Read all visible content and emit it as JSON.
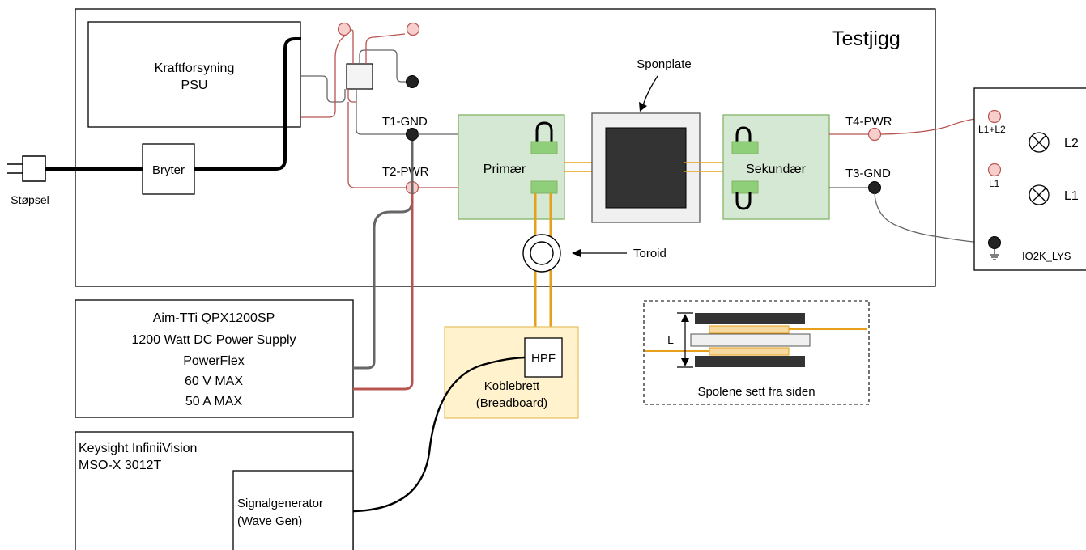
{
  "labels": {
    "testjigg": "Testjigg",
    "psu_line1": "Kraftforsyning",
    "psu_line2": "PSU",
    "bryter": "Bryter",
    "stopsel": "Støpsel",
    "t1_gnd": "T1-GND",
    "t2_pwr": "T2-PWR",
    "primaer": "Primær",
    "sponplate": "Sponplate",
    "sekundaer": "Sekundær",
    "t4_pwr": "T4-PWR",
    "t3_gnd": "T3-GND",
    "toroid": "Toroid",
    "hpf": "HPF",
    "koblebrett": "Koblebrett",
    "breadboard": "(Breadboard)",
    "spolene": "Spolene sett fra siden",
    "l_dim": "L",
    "lys_l1l2": "L1+L2",
    "lys_l1": "L1",
    "lamp_l2": "L2",
    "lamp_l1": "L1",
    "io2k": "IO2K_LYS"
  },
  "power_supply": {
    "lines": [
      "Aim-TTi QPX1200SP",
      "1200 Watt DC Power Supply",
      "PowerFlex",
      "60 V MAX",
      "50 A MAX"
    ]
  },
  "oscilloscope": {
    "line1": "Keysight InfiniiVision",
    "line2": "MSO-X 3012T",
    "siggen_line1": "Signalgenerator",
    "siggen_line2": "(Wave Gen)"
  },
  "colors": {
    "power_wire": "#b85450",
    "terminal_red": "#f8cecc",
    "gnd_wire": "#666666",
    "coil_green": "#d5e8d4",
    "coil_border": "#82b366",
    "pad_green": "#8fcf7a",
    "copper": "#e6a01a",
    "breadboard_fill": "#fff2cc",
    "breadboard_border": "#e8c36a",
    "core_dark": "#333333",
    "plate_grey": "#f0f0f0"
  }
}
